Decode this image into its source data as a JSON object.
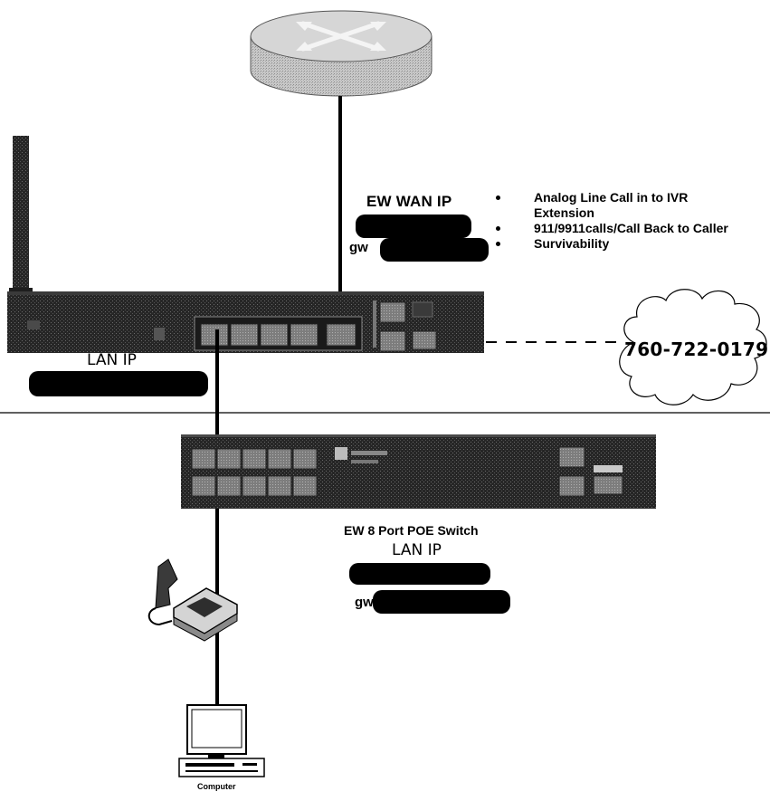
{
  "router": {
    "label": ""
  },
  "gateway": {
    "wan_label": "EW WAN IP",
    "gw_label": "gw",
    "lan_label": "LAN IP"
  },
  "features": [
    {
      "text": "Analog Line Call in to IVR",
      "cont": "Extension"
    },
    {
      "text": "911/9911calls/Call Back to Caller",
      "cont": ""
    },
    {
      "text": "Survivability",
      "cont": ""
    }
  ],
  "phone_line": {
    "number": "760-722-0179"
  },
  "switch": {
    "caption": "EW 8 Port POE Switch",
    "lan_label": "LAN IP",
    "gw_label": "gw"
  },
  "computer": {
    "caption": "Computer"
  },
  "colors": {
    "device_dark": "#2b2b2b",
    "port_grey": "#8a8a8a",
    "router_grey": "#bdbdbd",
    "line": "#000000"
  }
}
